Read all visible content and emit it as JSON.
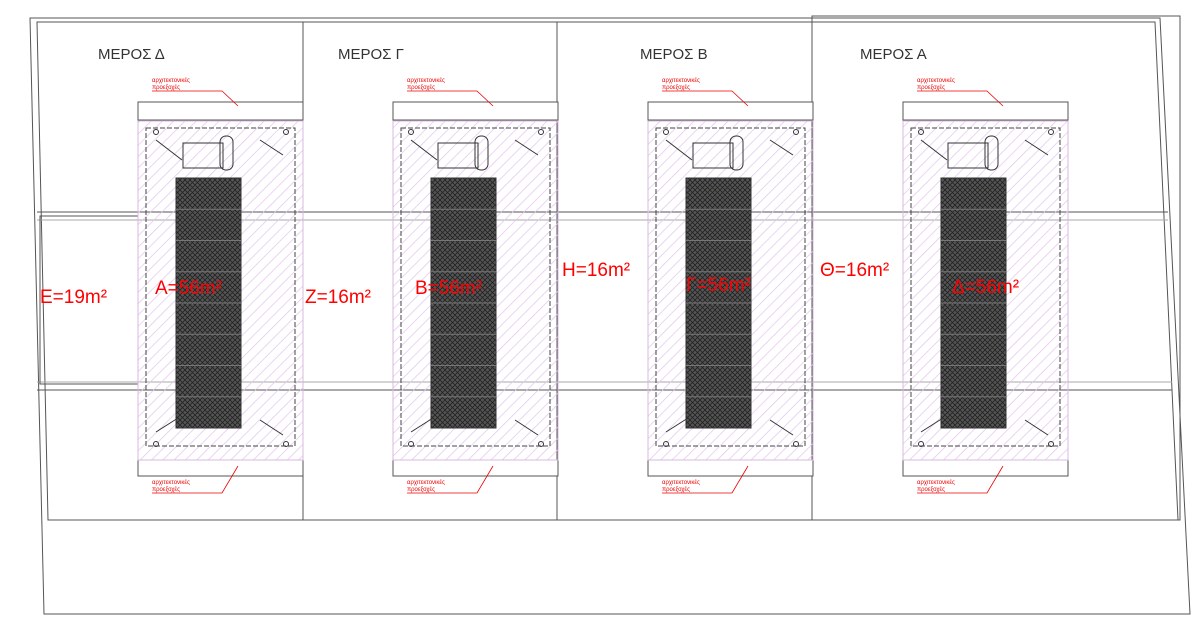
{
  "parts": [
    {
      "title": "ΜΕΡΟΣ Δ",
      "panel_area": "A=56m²",
      "gap_area": "E=19m²"
    },
    {
      "title": "ΜΕΡΟΣ Γ",
      "panel_area": "B=56m²",
      "gap_area": "Z=16m²"
    },
    {
      "title": "ΜΕΡΟΣ Β",
      "panel_area": "Γ=56m²",
      "gap_area": "H=16m²"
    },
    {
      "title": "ΜΕΡΟΣ Α",
      "panel_area": "Δ=56m²",
      "gap_area": "Θ=16m²"
    }
  ],
  "note_line1": "αρχιτεκτονικές",
  "note_line2": "προεξοχές",
  "colors": {
    "annotation": "#ff0000",
    "hatch": "#e8c8ec",
    "panel": "#444444"
  }
}
